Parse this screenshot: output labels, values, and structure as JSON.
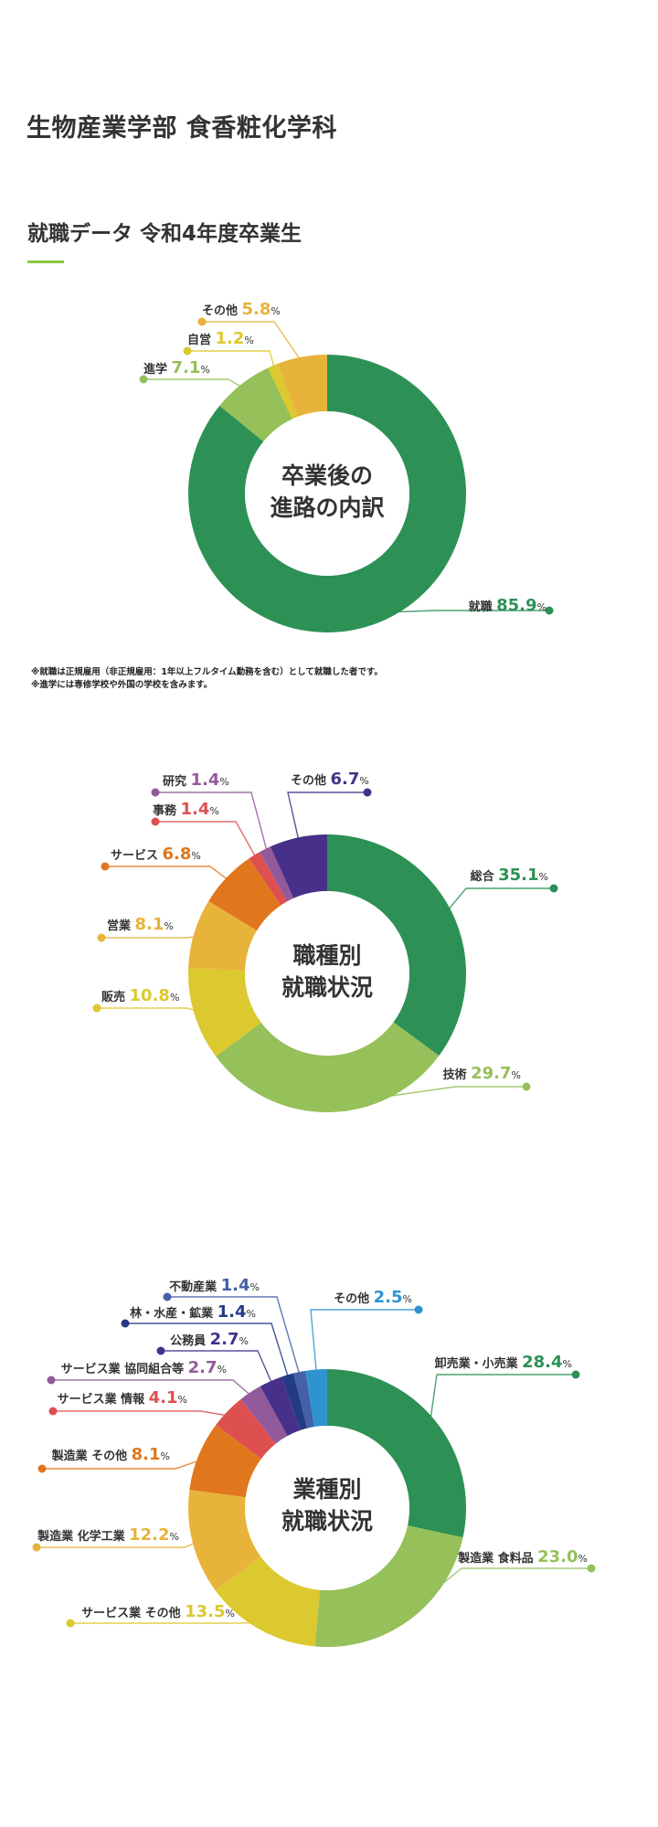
{
  "header": {
    "page_title": "生物産業学部 食香粧化学科",
    "section_title": "就職データ 令和4年度卒業生",
    "accent_color": "#8cc63f"
  },
  "notes": [
    "※就職は正規雇用（非正規雇用：1年以上フルタイム勤務を含む）として就職した者です。",
    "※進学には専修学校や外国の学校を含みます。"
  ],
  "chart_data": [
    {
      "type": "pie",
      "variant": "donut",
      "title": "卒業後の進路の内訳",
      "center_lines": [
        "卒業後の",
        "進路の内訳"
      ],
      "unit": "%",
      "slices": [
        {
          "label": "就職",
          "value": 85.9,
          "color": "#2d9155"
        },
        {
          "label": "進学",
          "value": 7.1,
          "color": "#95c05a"
        },
        {
          "label": "自営",
          "value": 1.2,
          "color": "#dcc82f"
        },
        {
          "label": "その他",
          "value": 5.8,
          "color": "#e8b33a"
        }
      ]
    },
    {
      "type": "pie",
      "variant": "donut",
      "title": "職種別就職状況",
      "center_lines": [
        "職種別",
        "就職状況"
      ],
      "unit": "%",
      "slices": [
        {
          "label": "総合",
          "value": 35.1,
          "color": "#2d9155"
        },
        {
          "label": "技術",
          "value": 29.7,
          "color": "#95c05a"
        },
        {
          "label": "販売",
          "value": 10.8,
          "color": "#dcc82f"
        },
        {
          "label": "営業",
          "value": 8.1,
          "color": "#e8b33a"
        },
        {
          "label": "サービス",
          "value": 6.8,
          "color": "#e0771d"
        },
        {
          "label": "事務",
          "value": 1.4,
          "color": "#de5050"
        },
        {
          "label": "研究",
          "value": 1.4,
          "color": "#935a9b"
        },
        {
          "label": "その他",
          "value": 6.7,
          "color": "#46308a"
        }
      ]
    },
    {
      "type": "pie",
      "variant": "donut",
      "title": "業種別就職状況",
      "center_lines": [
        "業種別",
        "就職状況"
      ],
      "unit": "%",
      "slices": [
        {
          "label": "卸売業・小売業",
          "value": 28.4,
          "color": "#2d9155"
        },
        {
          "label": "製造業 食料品",
          "value": 23.0,
          "color": "#95c05a"
        },
        {
          "label": "サービス業 その他",
          "value": 13.5,
          "color": "#dcc82f"
        },
        {
          "label": "製造業 化学工業",
          "value": 12.2,
          "color": "#e8b33a"
        },
        {
          "label": "製造業 その他",
          "value": 8.1,
          "color": "#e0771d"
        },
        {
          "label": "サービス業 情報",
          "value": 4.1,
          "color": "#de5050"
        },
        {
          "label": "サービス業 協同組合等",
          "value": 2.7,
          "color": "#935a9b"
        },
        {
          "label": "公務員",
          "value": 2.7,
          "color": "#46308a"
        },
        {
          "label": "林・水産・鉱業",
          "value": 1.4,
          "color": "#233a85"
        },
        {
          "label": "不動産業",
          "value": 1.4,
          "color": "#4460a8"
        },
        {
          "label": "その他",
          "value": 2.5,
          "color": "#2f93d0"
        }
      ]
    }
  ]
}
